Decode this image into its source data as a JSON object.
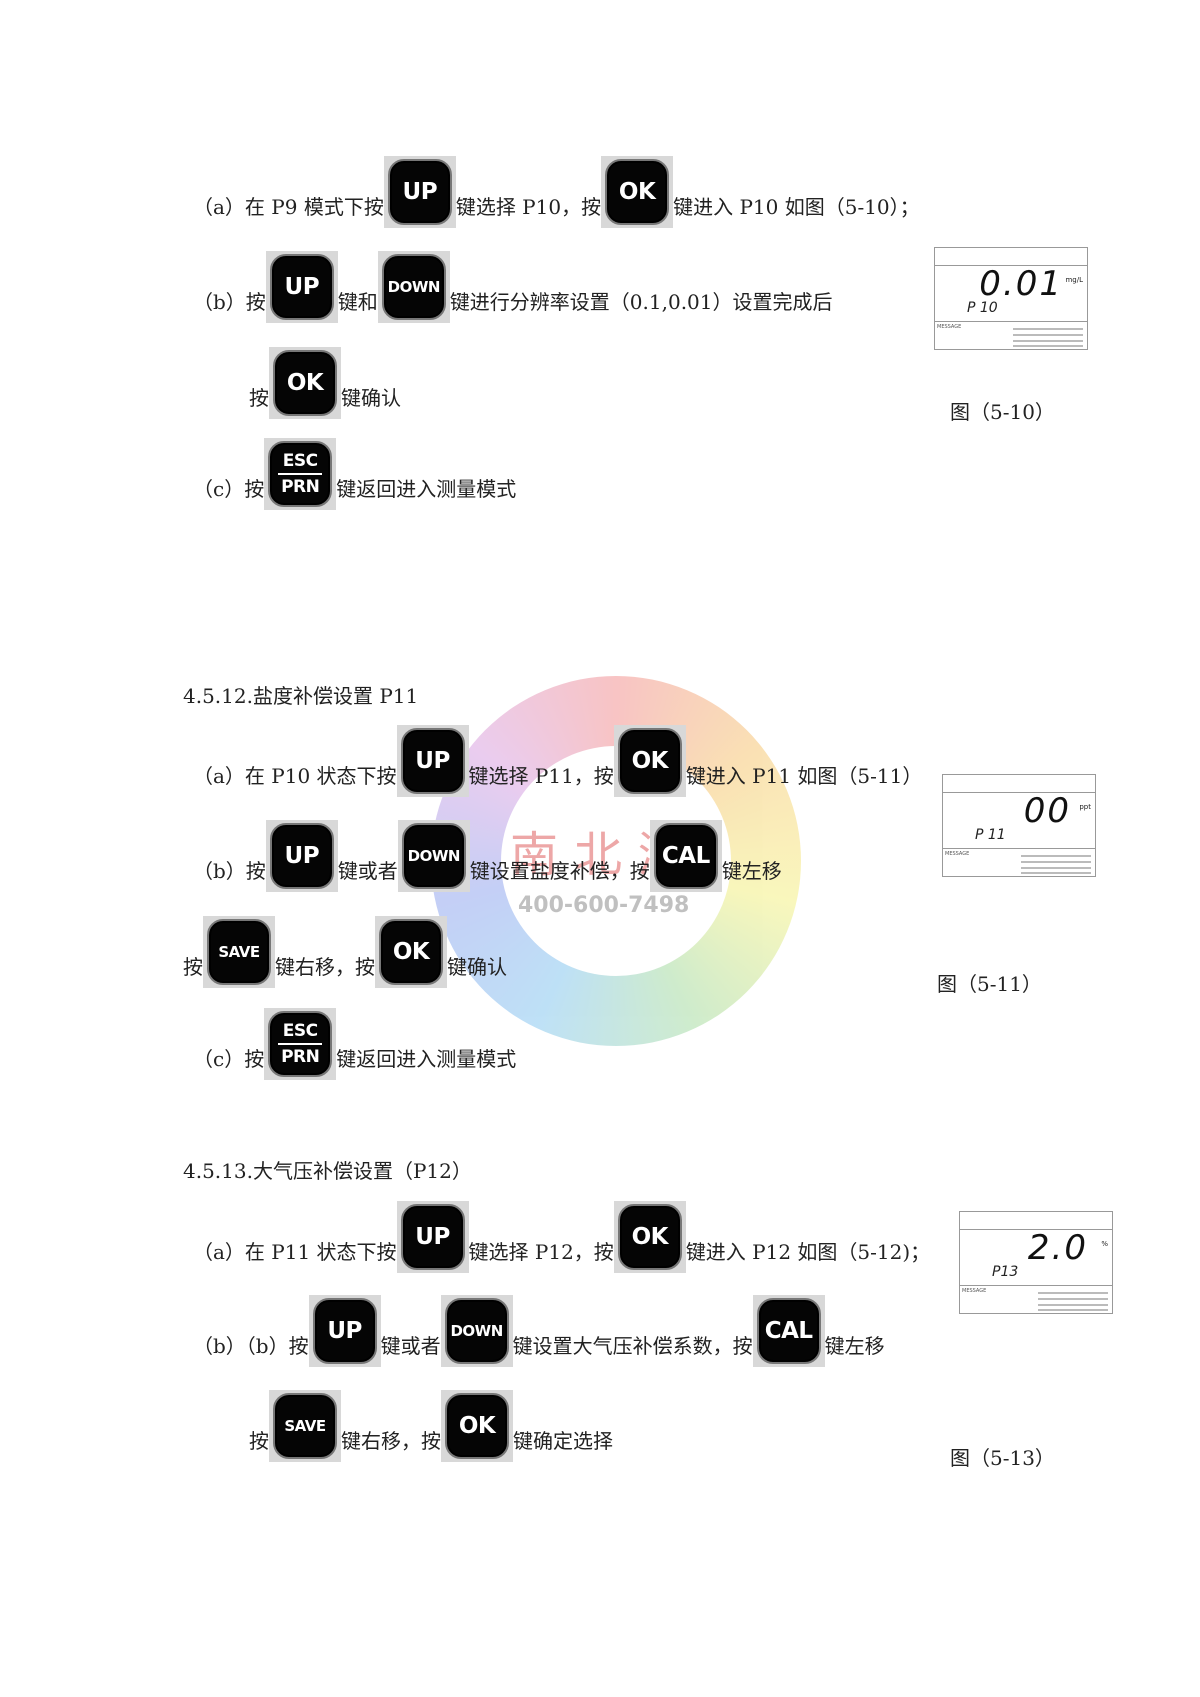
{
  "watermark": {
    "brand": "南北潮",
    "phone": "400-600-7498"
  },
  "sections": [
    {
      "heading": "",
      "lines": [
        [
          {
            "t": "（a）在 P9 模式下按"
          },
          {
            "k": "UP"
          },
          {
            "t": "键选择 P10，按"
          },
          {
            "k": "OK"
          },
          {
            "t": "键进入 P10 如图（5-10）；"
          }
        ],
        [
          {
            "t": "（b）按"
          },
          {
            "k": "UP"
          },
          {
            "t": "键和"
          },
          {
            "k": "DOWN"
          },
          {
            "t": "键进行分辨率设置（0.1,0.01）设置完成后"
          }
        ],
        [
          {
            "t": "按"
          },
          {
            "k": "OK"
          },
          {
            "t": "键确认"
          }
        ],
        [
          {
            "t": "（c）按"
          },
          {
            "k": "ESC/PRN"
          },
          {
            "t": "键返回进入测量模式"
          }
        ]
      ],
      "caption": "图（5-10）",
      "lcd": {
        "value": "0.01",
        "unit": "mg/L",
        "mode": "P 10",
        "message": "MESSAGE"
      }
    },
    {
      "heading": "4.5.12.盐度补偿设置 P11",
      "lines": [
        [
          {
            "t": "（a）在 P10 状态下按"
          },
          {
            "k": "UP"
          },
          {
            "t": "键选择 P11，按"
          },
          {
            "k": "OK"
          },
          {
            "t": "键进入 P11 如图（5-11）"
          }
        ],
        [
          {
            "t": "（b）按"
          },
          {
            "k": "UP"
          },
          {
            "t": "键或者"
          },
          {
            "k": "DOWN"
          },
          {
            "t": "键设置盐度补偿，按"
          },
          {
            "k": "CAL"
          },
          {
            "t": "键左移"
          }
        ],
        [
          {
            "t": "按"
          },
          {
            "k": "SAVE"
          },
          {
            "t": "键右移，按"
          },
          {
            "k": "OK"
          },
          {
            "t": "键确认"
          }
        ],
        [
          {
            "t": "（c）按"
          },
          {
            "k": "ESC/PRN"
          },
          {
            "t": "键返回进入测量模式"
          }
        ]
      ],
      "caption": "图（5-11）",
      "lcd": {
        "value": "00",
        "unit": "ppt",
        "mode": "P 11",
        "message": "MESSAGE"
      }
    },
    {
      "heading": "4.5.13.大气压补偿设置（P12）",
      "lines": [
        [
          {
            "t": "（a）在 P11 状态下按"
          },
          {
            "k": "UP"
          },
          {
            "t": "键选择 P12，按"
          },
          {
            "k": "OK"
          },
          {
            "t": "键进入 P12 如图（5-12)；"
          }
        ],
        [
          {
            "t": "（b）（b）按"
          },
          {
            "k": "UP"
          },
          {
            "t": "键或者"
          },
          {
            "k": "DOWN"
          },
          {
            "t": "键设置大气压补偿系数，按"
          },
          {
            "k": "CAL"
          },
          {
            "t": "键左移"
          }
        ],
        [
          {
            "t": "按"
          },
          {
            "k": "SAVE"
          },
          {
            "t": "键右移，按"
          },
          {
            "k": "OK"
          },
          {
            "t": "键确定选择"
          }
        ]
      ],
      "caption": "图（5-13）",
      "lcd": {
        "value": "2.0",
        "unit": "%",
        "mode": "P13",
        "message": "MESSAGE"
      }
    }
  ]
}
